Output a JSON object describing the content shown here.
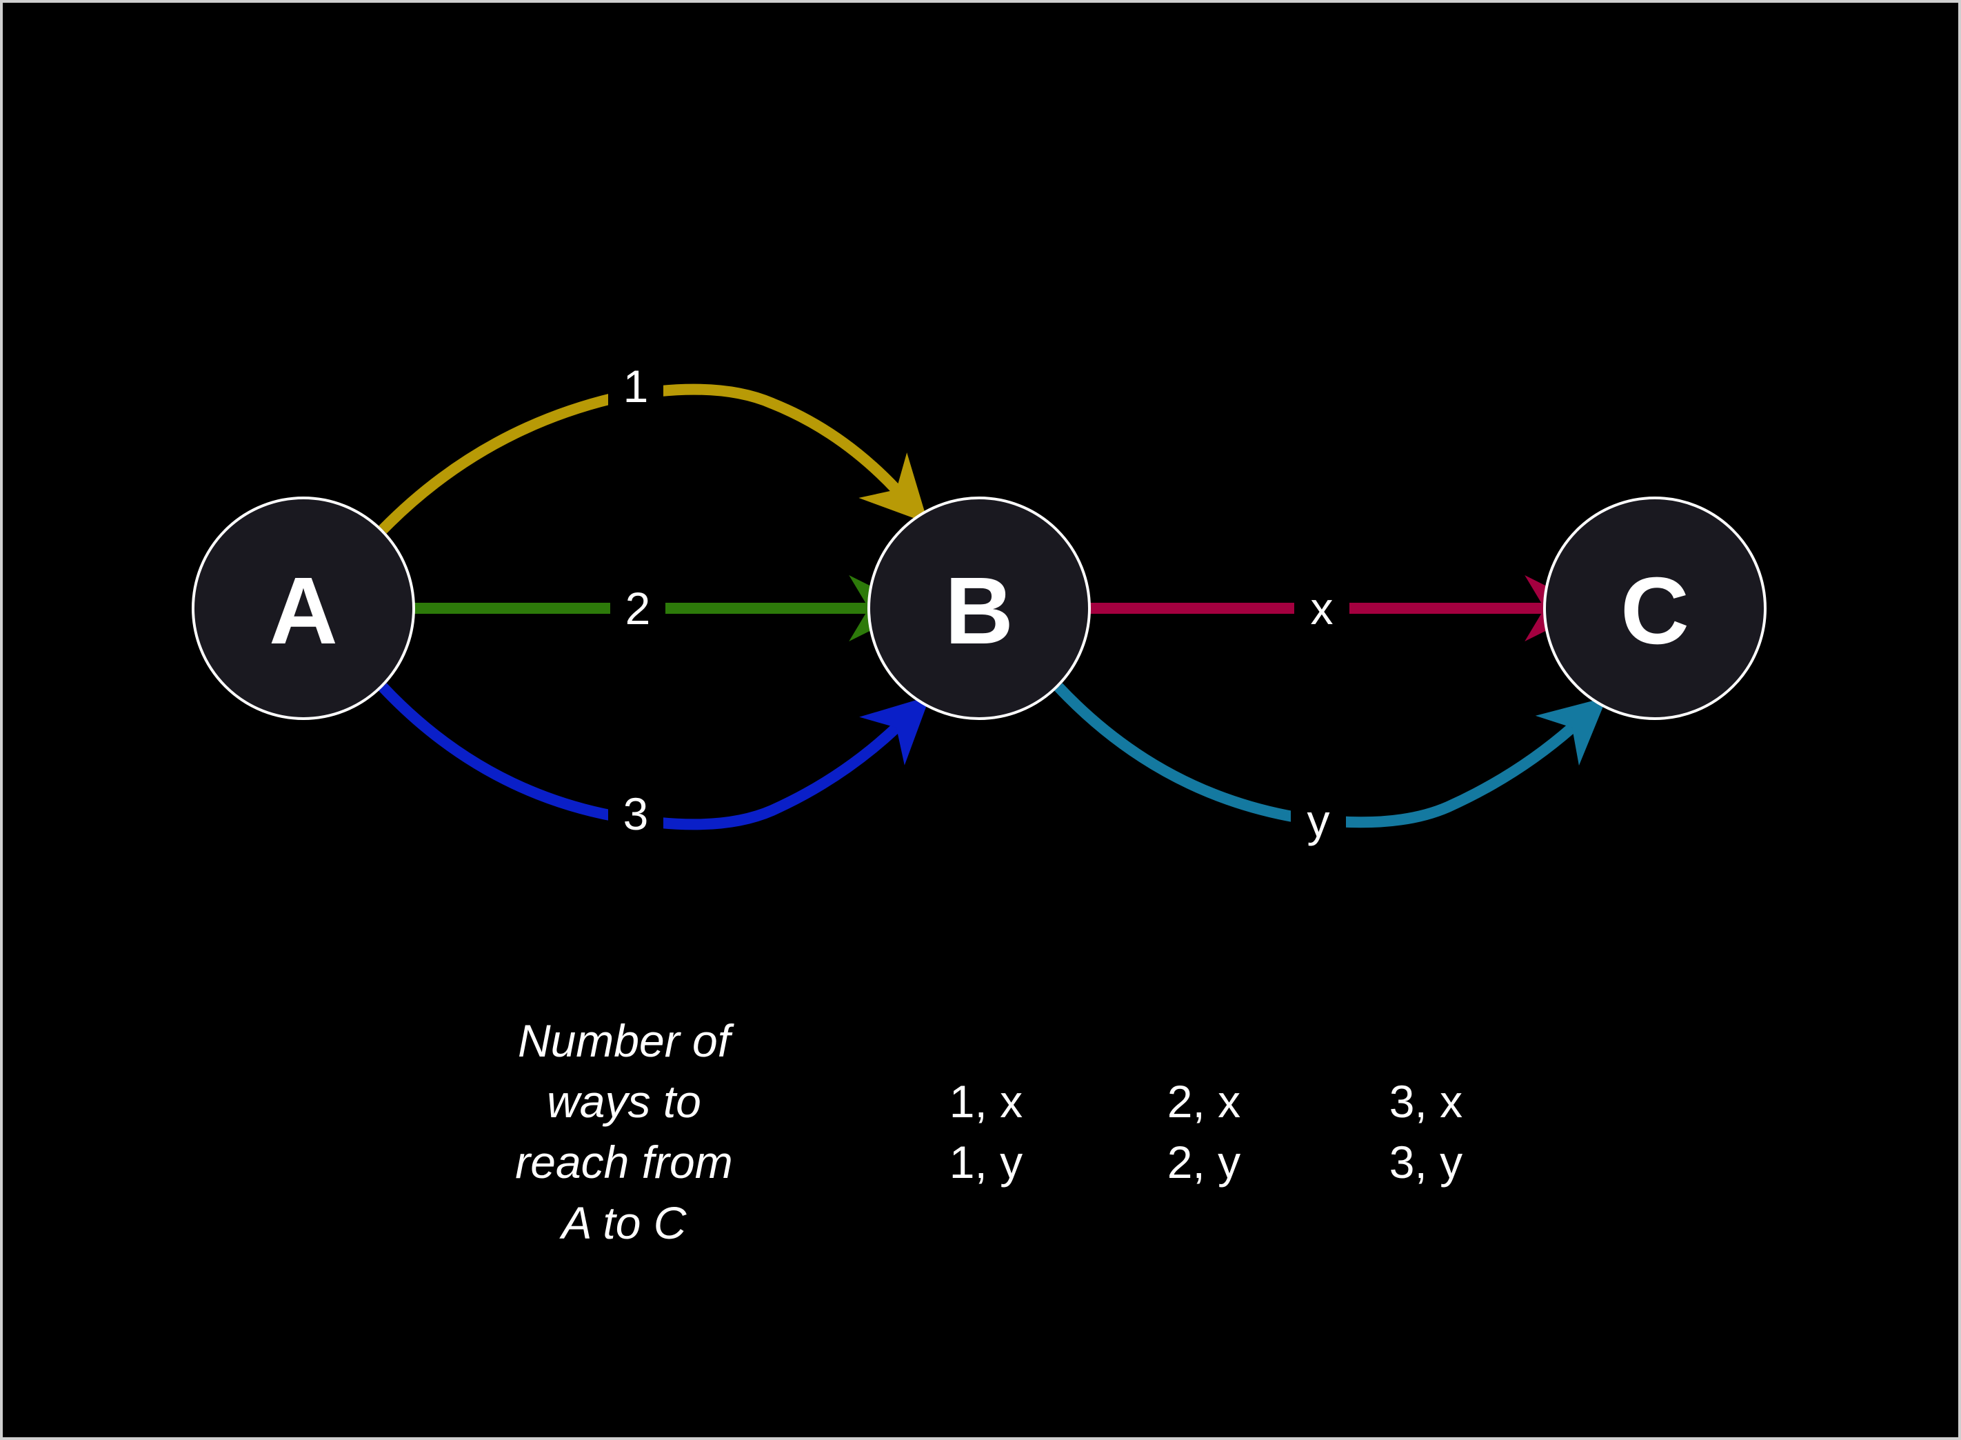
{
  "nodes": [
    {
      "id": "A",
      "label": "A"
    },
    {
      "id": "B",
      "label": "B"
    },
    {
      "id": "C",
      "label": "C"
    }
  ],
  "edges": [
    {
      "id": "e1",
      "from": "A",
      "to": "B",
      "label": "1",
      "color": "#b89a06"
    },
    {
      "id": "e2",
      "from": "A",
      "to": "B",
      "label": "2",
      "color": "#2d7a0a"
    },
    {
      "id": "e3",
      "from": "A",
      "to": "B",
      "label": "3",
      "color": "#0a1fc8"
    },
    {
      "id": "ex",
      "from": "B",
      "to": "C",
      "label": "x",
      "color": "#a3003f"
    },
    {
      "id": "ey",
      "from": "B",
      "to": "C",
      "label": "y",
      "color": "#1479a0"
    }
  ],
  "caption": [
    "Number of",
    "ways to",
    "reach from",
    "A to C"
  ],
  "combinations": [
    [
      "1, x",
      "1, y"
    ],
    [
      "2, x",
      "2, y"
    ],
    [
      "3, x",
      "3, y"
    ]
  ]
}
